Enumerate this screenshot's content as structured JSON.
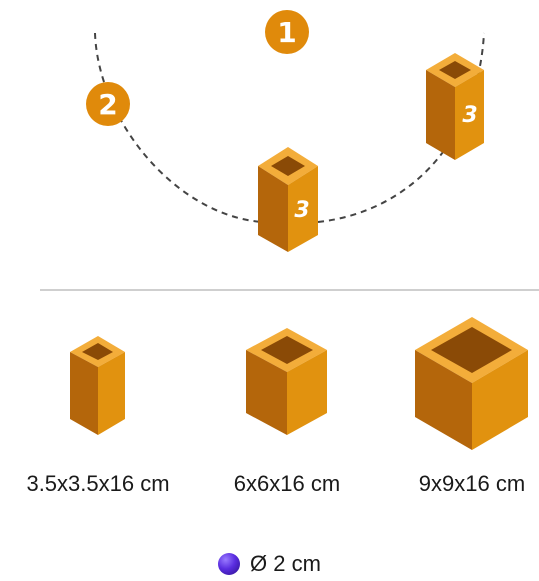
{
  "diagram": {
    "steps": [
      {
        "number": "1"
      },
      {
        "number": "2"
      }
    ],
    "tube_face_label": "3",
    "containers": [
      {
        "size": "3.5x3.5x16 cm"
      },
      {
        "size": "6x6x16 cm"
      },
      {
        "size": "9x9x16 cm"
      }
    ],
    "ball": {
      "diameter_label": "Ø 2 cm"
    },
    "colors": {
      "badge": "#e08a0b",
      "box_front": "#e1920f",
      "box_side": "#b4660b",
      "box_top": "#f3ad3a",
      "box_inner": "#8a4a06",
      "ball": "#5a2de0",
      "divider": "#cfcfcf",
      "path": "#444444"
    }
  }
}
